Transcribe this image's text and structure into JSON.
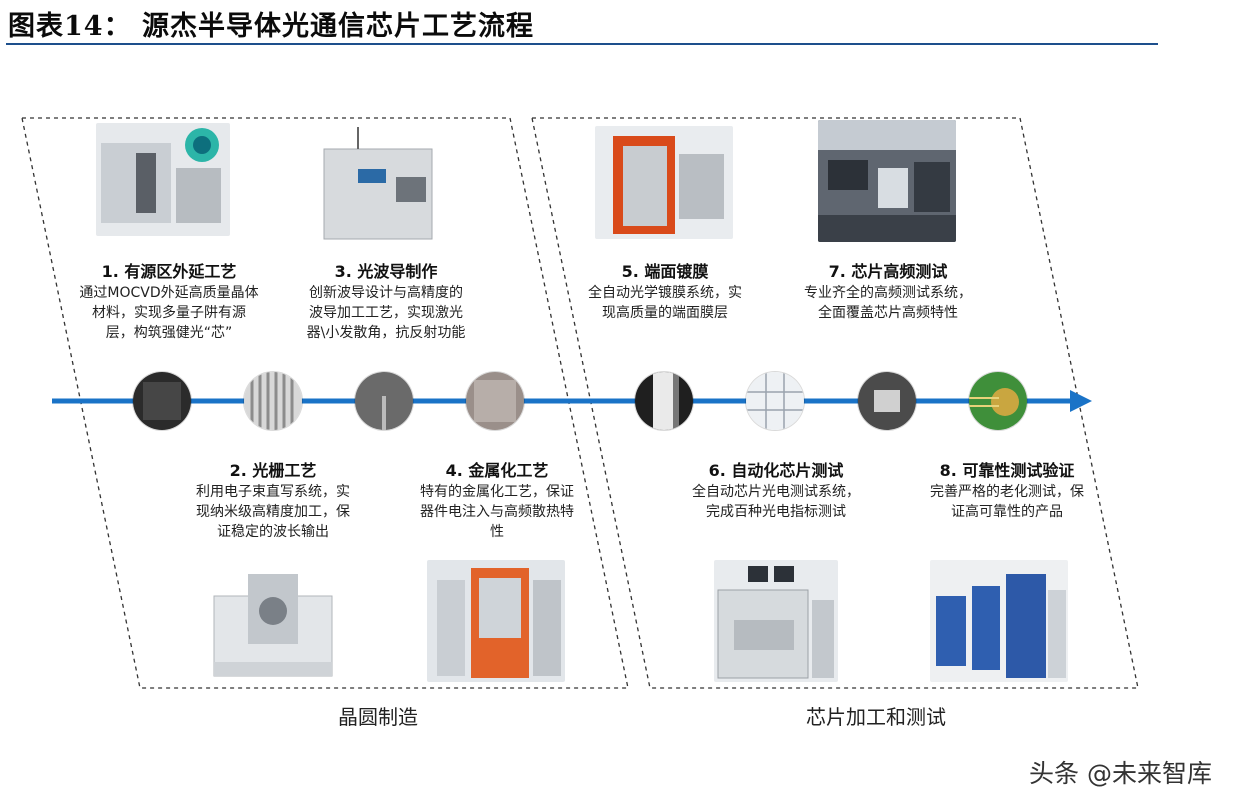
{
  "title": "图表14： 源杰半导体光通信芯片工艺流程",
  "groups": {
    "wafer": "晶圆制造",
    "chip": "芯片加工和测试"
  },
  "steps": [
    {
      "title": "1. 有源区外延工艺",
      "lines": [
        "通过MOCVD外延高质量晶体",
        "材料，实现多量子阱有源",
        "层，构筑强健光“芯”"
      ]
    },
    {
      "title": "2. 光栅工艺",
      "lines": [
        "利用电子束直写系统，实",
        "现纳米级高精度加工，保",
        "证稳定的波长输出"
      ]
    },
    {
      "title": "3. 光波导制作",
      "lines": [
        "创新波导设计与高精度的",
        "波导加工工艺，实现激光",
        "器\\小发散角，抗反射功能"
      ]
    },
    {
      "title": "4. 金属化工艺",
      "lines": [
        "特有的金属化工艺，保证",
        "器件电注入与高频散热特",
        "性"
      ]
    },
    {
      "title": "5. 端面镀膜",
      "lines": [
        "全自动光学镀膜系统，实",
        "现高质量的端面膜层"
      ]
    },
    {
      "title": "6. 自动化芯片测试",
      "lines": [
        "全自动芯片光电测试系统，",
        "完成百种光电指标测试"
      ]
    },
    {
      "title": "7. 芯片高频测试",
      "lines": [
        "专业齐全的高频测试系统，",
        "全面覆盖芯片高频特性"
      ]
    },
    {
      "title": "8. 可靠性测试验证",
      "lines": [
        "完善严格的老化测试，保",
        "证高可靠性的产品"
      ]
    }
  ],
  "watermark": "头条 @未来智库",
  "colors": {
    "arrow": "#1a73c7",
    "rule": "#1d4f8c",
    "frame": "#333333"
  }
}
